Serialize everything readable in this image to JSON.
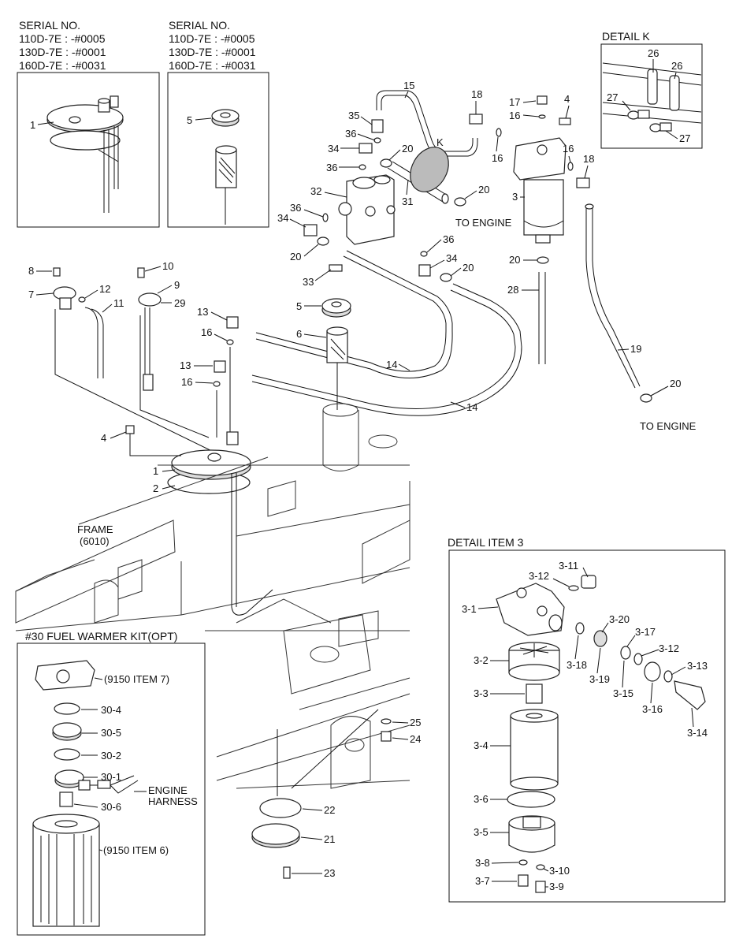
{
  "serial_block_1": {
    "title": "SERIAL NO.",
    "line1": "110D-7E : -#0005",
    "line2": "130D-7E : -#0001",
    "line3": "160D-7E : -#0031"
  },
  "serial_block_2": {
    "title": "SERIAL NO.",
    "line1": "110D-7E : -#0005",
    "line2": "130D-7E : -#0001",
    "line3": "160D-7E : -#0031"
  },
  "detail_k": {
    "title": "DETAIL K"
  },
  "detail_item3": {
    "title": "DETAIL ITEM 3"
  },
  "warmer_kit": {
    "title": "#30 FUEL WARMER KIT(OPT)",
    "ref_item7": "(9150 ITEM 7)",
    "ref_item6": "(9150 ITEM 6)",
    "harness_1": "ENGINE",
    "harness_2": "HARNESS"
  },
  "frame": {
    "label_1": "FRAME",
    "label_2": "(6010)"
  },
  "notes": {
    "to_engine_1": "TO ENGINE",
    "to_engine_2": "TO ENGINE",
    "k_marker": "K"
  },
  "labels": {
    "l1a": "1",
    "l5a": "5",
    "l15": "15",
    "l18a": "18",
    "l17": "17",
    "l4a": "4",
    "l35": "35",
    "l16a": "16",
    "l36a": "36",
    "l34a": "34",
    "l20a": "20",
    "l36b": "36",
    "l16b": "16",
    "l16c": "16",
    "l18b": "18",
    "l32": "32",
    "l31": "31",
    "l20b": "20",
    "l3": "3",
    "l34b": "34",
    "l36c": "36",
    "l36d": "36",
    "l20c": "20",
    "l34c": "34",
    "l20d": "20",
    "l20e": "20",
    "l33": "33",
    "l28": "28",
    "l8": "8",
    "l10": "10",
    "l7": "7",
    "l12": "12",
    "l9": "9",
    "l11": "11",
    "l29": "29",
    "l5b": "5",
    "l13a": "13",
    "l16d": "16",
    "l6": "6",
    "l19": "19",
    "l13b": "13",
    "l16e": "16",
    "l14a": "14",
    "l14b": "14",
    "l20f": "20",
    "l4b": "4",
    "l1b": "1",
    "l2": "2",
    "l26a": "26",
    "l26b": "26",
    "l27a": "27",
    "l27b": "27",
    "l25": "25",
    "l24": "24",
    "l22": "22",
    "l21": "21",
    "l23": "23",
    "w304": "30-4",
    "w305": "30-5",
    "w302": "30-2",
    "w301": "30-1",
    "w306": "30-6",
    "d311": "3-11",
    "d312a": "3-12",
    "d31": "3-1",
    "d320": "3-20",
    "d317": "3-17",
    "d312b": "3-12",
    "d313": "3-13",
    "d32": "3-2",
    "d318": "3-18",
    "d319": "3-19",
    "d315": "3-15",
    "d316": "3-16",
    "d33": "3-3",
    "d314": "3-14",
    "d34": "3-4",
    "d36": "3-6",
    "d35": "3-5",
    "d38": "3-8",
    "d310": "3-10",
    "d37": "3-7",
    "d39": "3-9"
  }
}
